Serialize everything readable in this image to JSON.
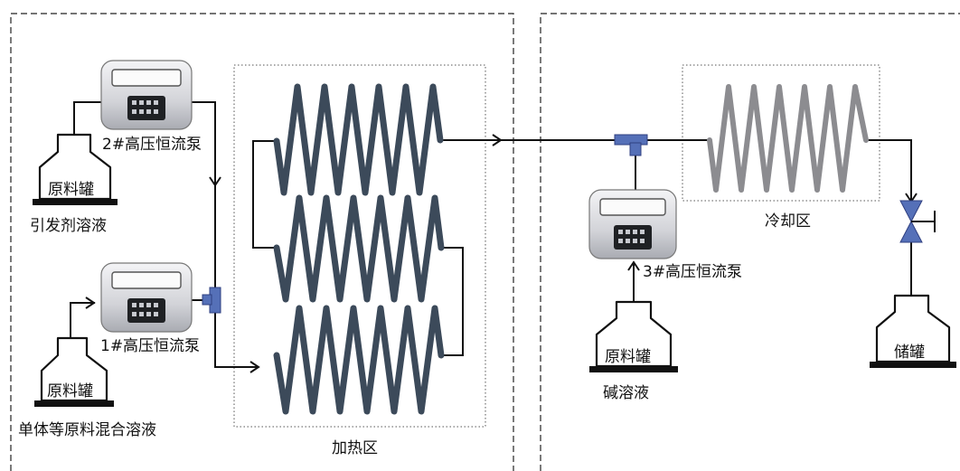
{
  "labels": {
    "pump2": "2#高压恒流泵",
    "pump1": "1#高压恒流泵",
    "pump3": "3#高压恒流泵",
    "tank_initiator": "原料罐",
    "initiator_solution": "引发剂溶液",
    "tank_monomer": "原料罐",
    "monomer_solution": "单体等原料混合溶液",
    "heating_zone": "加热区",
    "cooling_zone": "冷却区",
    "tank_alkali": "原料罐",
    "alkali_solution": "碱溶液",
    "storage_tank": "储罐"
  },
  "colors": {
    "heating_coil": "#3c4a5a",
    "cooling_coil": "#8c8c90",
    "fitting": "#5570b8",
    "line": "#111111"
  }
}
